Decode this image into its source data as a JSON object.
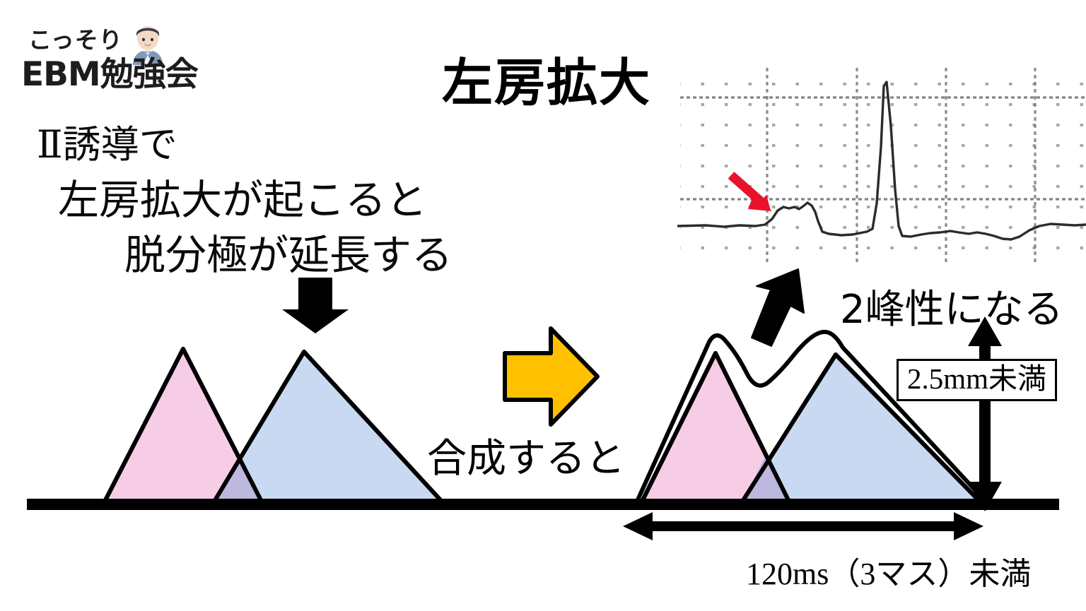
{
  "logo": {
    "top_text": "こっそり",
    "main_text": "EBM勉強会",
    "avatar_alt": "person-avatar"
  },
  "title": "左房拡大",
  "explanation": {
    "line1_lead": "Ⅱ",
    "line1_rest": "誘導で",
    "line2": "左房拡大が起こると",
    "line3": "脱分極が延長する"
  },
  "center": {
    "combine_label": "合成すると"
  },
  "annotations": {
    "bimodal": "2峰性になる",
    "amplitude_box": "2.5mm未満",
    "duration_caption": "120ms（3マス）未満"
  },
  "colors": {
    "pink_fill": "#F7CDE6",
    "blue_fill": "#C0D4EF",
    "overlap_fill": "#BDB8DE",
    "gold_arrow": "#FFC000",
    "red_arrow": "#E8132B",
    "stroke": "#000000",
    "ecg_grid": "#7a7a7a",
    "ecg_trace": "#2b2b2b"
  },
  "diagram": {
    "baseline_label": "baseline",
    "left_group": {
      "caption": "two separate atrial depolarization waves",
      "pink_triangle": "left-atrium-wave",
      "blue_triangle": "right-atrium-wave",
      "overlap": "overlap-region"
    },
    "right_group": {
      "caption": "summed bifid P wave envelope",
      "envelope": "bifid-envelope"
    }
  },
  "ecg": {
    "label": "ecg-strip",
    "features": [
      "bifid-p-wave",
      "qrs-complex",
      "t-wave"
    ],
    "marker": "red-arrow-p-wave"
  },
  "arrows": {
    "down_arrow": "down-arrow",
    "gold_right_arrow": "gold-right-arrow",
    "tilted_up_arrow": "tilted-up-arrow-to-ecg",
    "vertical_double_arrow": "amplitude-double-arrow",
    "horizontal_double_arrow": "duration-double-arrow"
  }
}
